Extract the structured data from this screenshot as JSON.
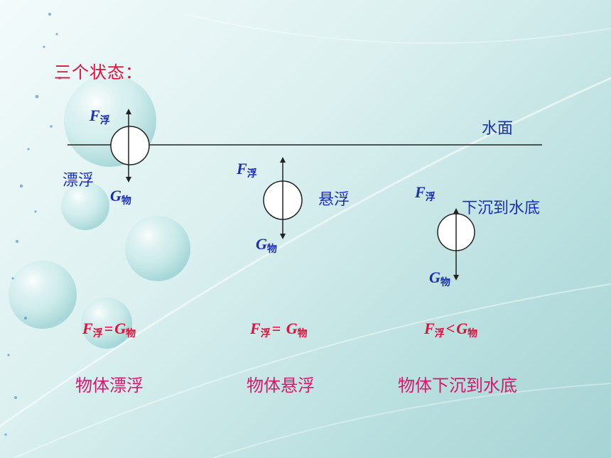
{
  "title": "三个状态：",
  "water_surface_label": "水面",
  "sub_float": "浮",
  "sub_object": "物",
  "force_f": "F",
  "force_g": "G",
  "states": [
    {
      "state_label": "漂浮",
      "equation": {
        "lhs": "F",
        "lhs_sub": "浮",
        "op": "=",
        "rhs": "G",
        "rhs_sub": "物"
      },
      "description": "物体漂浮"
    },
    {
      "state_label": "悬浮",
      "equation": {
        "lhs": "F",
        "lhs_sub": "浮",
        "op": "= ",
        "rhs": "G",
        "rhs_sub": "物"
      },
      "description": "物体悬浮"
    },
    {
      "state_label": "下沉到水底",
      "equation": {
        "lhs": "F",
        "lhs_sub": "浮",
        "op": "<",
        "rhs": "G",
        "rhs_sub": "物"
      },
      "description": "物体下沉到水底"
    }
  ],
  "colors": {
    "title": "#e0103a",
    "labels": "#1a2fb8",
    "equations": "#e0103a",
    "descriptions": "#d8186c"
  }
}
